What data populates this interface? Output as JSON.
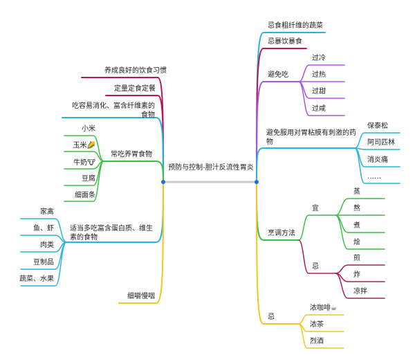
{
  "center": {
    "title": "预防与控制-胆汁反流性胃炎"
  },
  "left": {
    "habits": {
      "label": "养成良好的饮食习惯",
      "regular_meals": "定量定食定餐",
      "digestible": "吃容易消化、富含纤维素的食物",
      "stomach_food": {
        "label": "常吃养胃食物",
        "items": [
          "小米",
          "玉米🌽",
          "牛奶🐮",
          "豆腐",
          "细面条"
        ]
      },
      "protein": {
        "label": "适当多吃富含蛋白质、维生素的食物",
        "items": [
          "家禽",
          "鱼、虾",
          "肉类",
          "豆制品",
          "蔬菜、水果"
        ]
      },
      "chew": "细嚼慢咽"
    }
  },
  "right": {
    "avoid_fiber": "忌食粗纤维的蔬菜",
    "avoid_overeat": "忌暴饮暴食",
    "avoid": {
      "label": "避免吃",
      "items": [
        "过冷",
        "过热",
        "过甜",
        "过咸"
      ]
    },
    "drugs": {
      "label": "避免服用对胃粘膜有刺激的药物",
      "items": [
        "保泰松",
        "阿司匹林",
        "消炎痛",
        "……"
      ]
    },
    "cooking": {
      "label": "烹调方法",
      "good": {
        "label": "宜",
        "items": [
          "蒸",
          "熬",
          "煮",
          "烩"
        ]
      },
      "bad": {
        "label": "忌",
        "items": [
          "煎",
          "炸",
          "凉拌"
        ]
      }
    },
    "taboo": {
      "label": "忌",
      "items": [
        "浓咖啡☕",
        "浓茶",
        "烈酒"
      ]
    }
  },
  "colors": {
    "center_line": "#c8c8c8",
    "red": "#b2185b",
    "blue": "#28b4d8",
    "green": "#3cbf45",
    "yellow": "#f1c61d",
    "purple": "#a855e0",
    "node_dot": "#1e6fd9"
  }
}
